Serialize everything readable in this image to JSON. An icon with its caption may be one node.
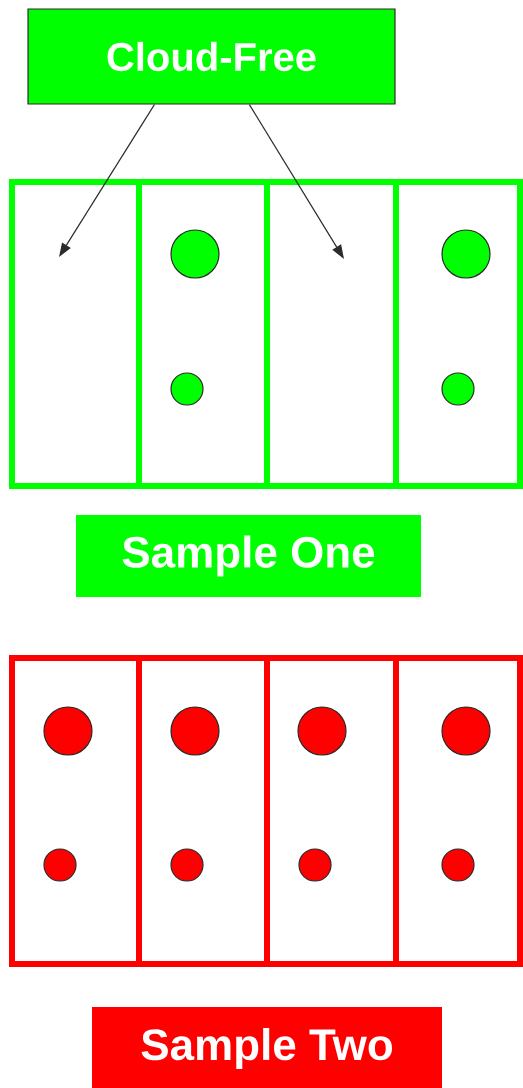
{
  "diagram": {
    "nodes": [
      {
        "text": [
          "Cloud-Free"
        ]
      },
      {
        "text": [],
        "shape": "box"
      },
      {
        "text": [],
        "shape": "box"
      },
      {
        "text": [],
        "shape": "box"
      },
      {
        "text": [],
        "shape": "box"
      },
      {
        "text": [
          "Sample One"
        ]
      },
      {
        "text": [],
        "shape": "box"
      },
      {
        "text": [],
        "shape": "box"
      },
      {
        "text": [],
        "shape": "box"
      },
      {
        "text": [],
        "shape": "box"
      },
      {
        "text": [
          "Sample Two"
        ]
      }
    ],
    "edges": [
      {
        "from": 0,
        "to": 1,
        "arrow": "to"
      },
      {
        "from": 0,
        "to": 3,
        "arrow": "to"
      }
    ]
  }
}
